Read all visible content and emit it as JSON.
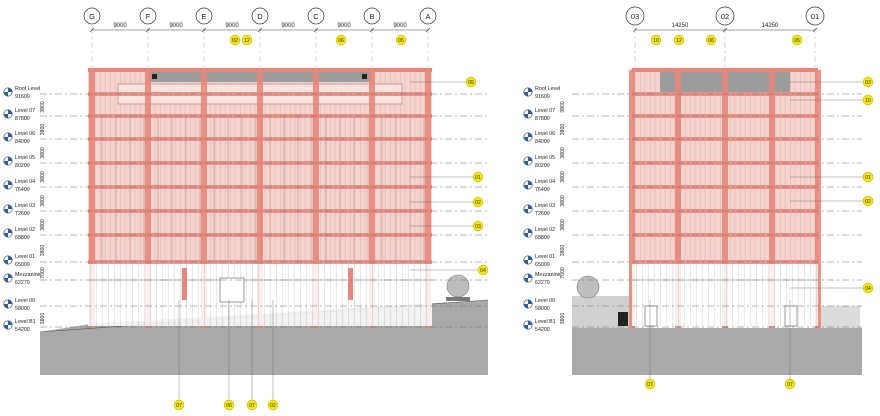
{
  "left_elevation": {
    "grid_labels": [
      "G",
      "F",
      "E",
      "D",
      "C",
      "B",
      "A"
    ],
    "bay_dims": [
      "9000",
      "9000",
      "9000",
      "9000",
      "9000",
      "9000"
    ],
    "levels": [
      {
        "name": "Roof Level",
        "elev": "91600",
        "span": "3800"
      },
      {
        "name": "Level 07",
        "elev": "87800",
        "span": "3800"
      },
      {
        "name": "Level 06",
        "elev": "84000",
        "span": "3800"
      },
      {
        "name": "Level 05",
        "elev": "80200",
        "span": "3800"
      },
      {
        "name": "Level 04",
        "elev": "76400",
        "span": "3800"
      },
      {
        "name": "Level 03",
        "elev": "72600",
        "span": "3800"
      },
      {
        "name": "Level 02",
        "elev": "68800",
        "span": "3800"
      },
      {
        "name": "Level 01",
        "elev": "65000",
        "span": "7000"
      },
      {
        "name": "Mezzanine",
        "elev": "62270",
        "span": ""
      },
      {
        "name": "Level 00",
        "elev": "58000",
        "span": "3800"
      },
      {
        "name": "Level B1",
        "elev": "54200",
        "span": ""
      }
    ],
    "tags_top": [
      "02",
      "12",
      "06",
      "05"
    ],
    "tags_right": [
      "05",
      "01",
      "02",
      "03",
      "04"
    ],
    "tags_bottom": [
      "07",
      "06",
      "07",
      "02"
    ]
  },
  "right_elevation": {
    "grid_labels": [
      "03",
      "02",
      "01"
    ],
    "bay_dims": [
      "14250",
      "14250"
    ],
    "levels": [
      {
        "name": "Roof Level",
        "elev": "91600",
        "span": "3800"
      },
      {
        "name": "Level 07",
        "elev": "87800",
        "span": "3800"
      },
      {
        "name": "Level 06",
        "elev": "84000",
        "span": "3800"
      },
      {
        "name": "Level 05",
        "elev": "80200",
        "span": "3800"
      },
      {
        "name": "Level 04",
        "elev": "76400",
        "span": "3800"
      },
      {
        "name": "Level 03",
        "elev": "72600",
        "span": "3800"
      },
      {
        "name": "Level 02",
        "elev": "68800",
        "span": "3800"
      },
      {
        "name": "Level 01",
        "elev": "65000",
        "span": "7000"
      },
      {
        "name": "Mezzanine",
        "elev": "62270",
        "span": ""
      },
      {
        "name": "Level 00",
        "elev": "58000",
        "span": "3800"
      },
      {
        "name": "Level B1",
        "elev": "54200",
        "span": ""
      }
    ],
    "tags_top": [
      "10",
      "12",
      "06",
      "05"
    ],
    "tags_right": [
      "03",
      "10",
      "01",
      "02",
      "04"
    ],
    "tags_bottom": [
      "07",
      "07"
    ]
  },
  "colors": {
    "frame": "#e8867a",
    "facade": "#f6d3cc",
    "ground": "#a9a9a9",
    "tag": "#f3e616",
    "level_marker": "#2d5fa8"
  }
}
